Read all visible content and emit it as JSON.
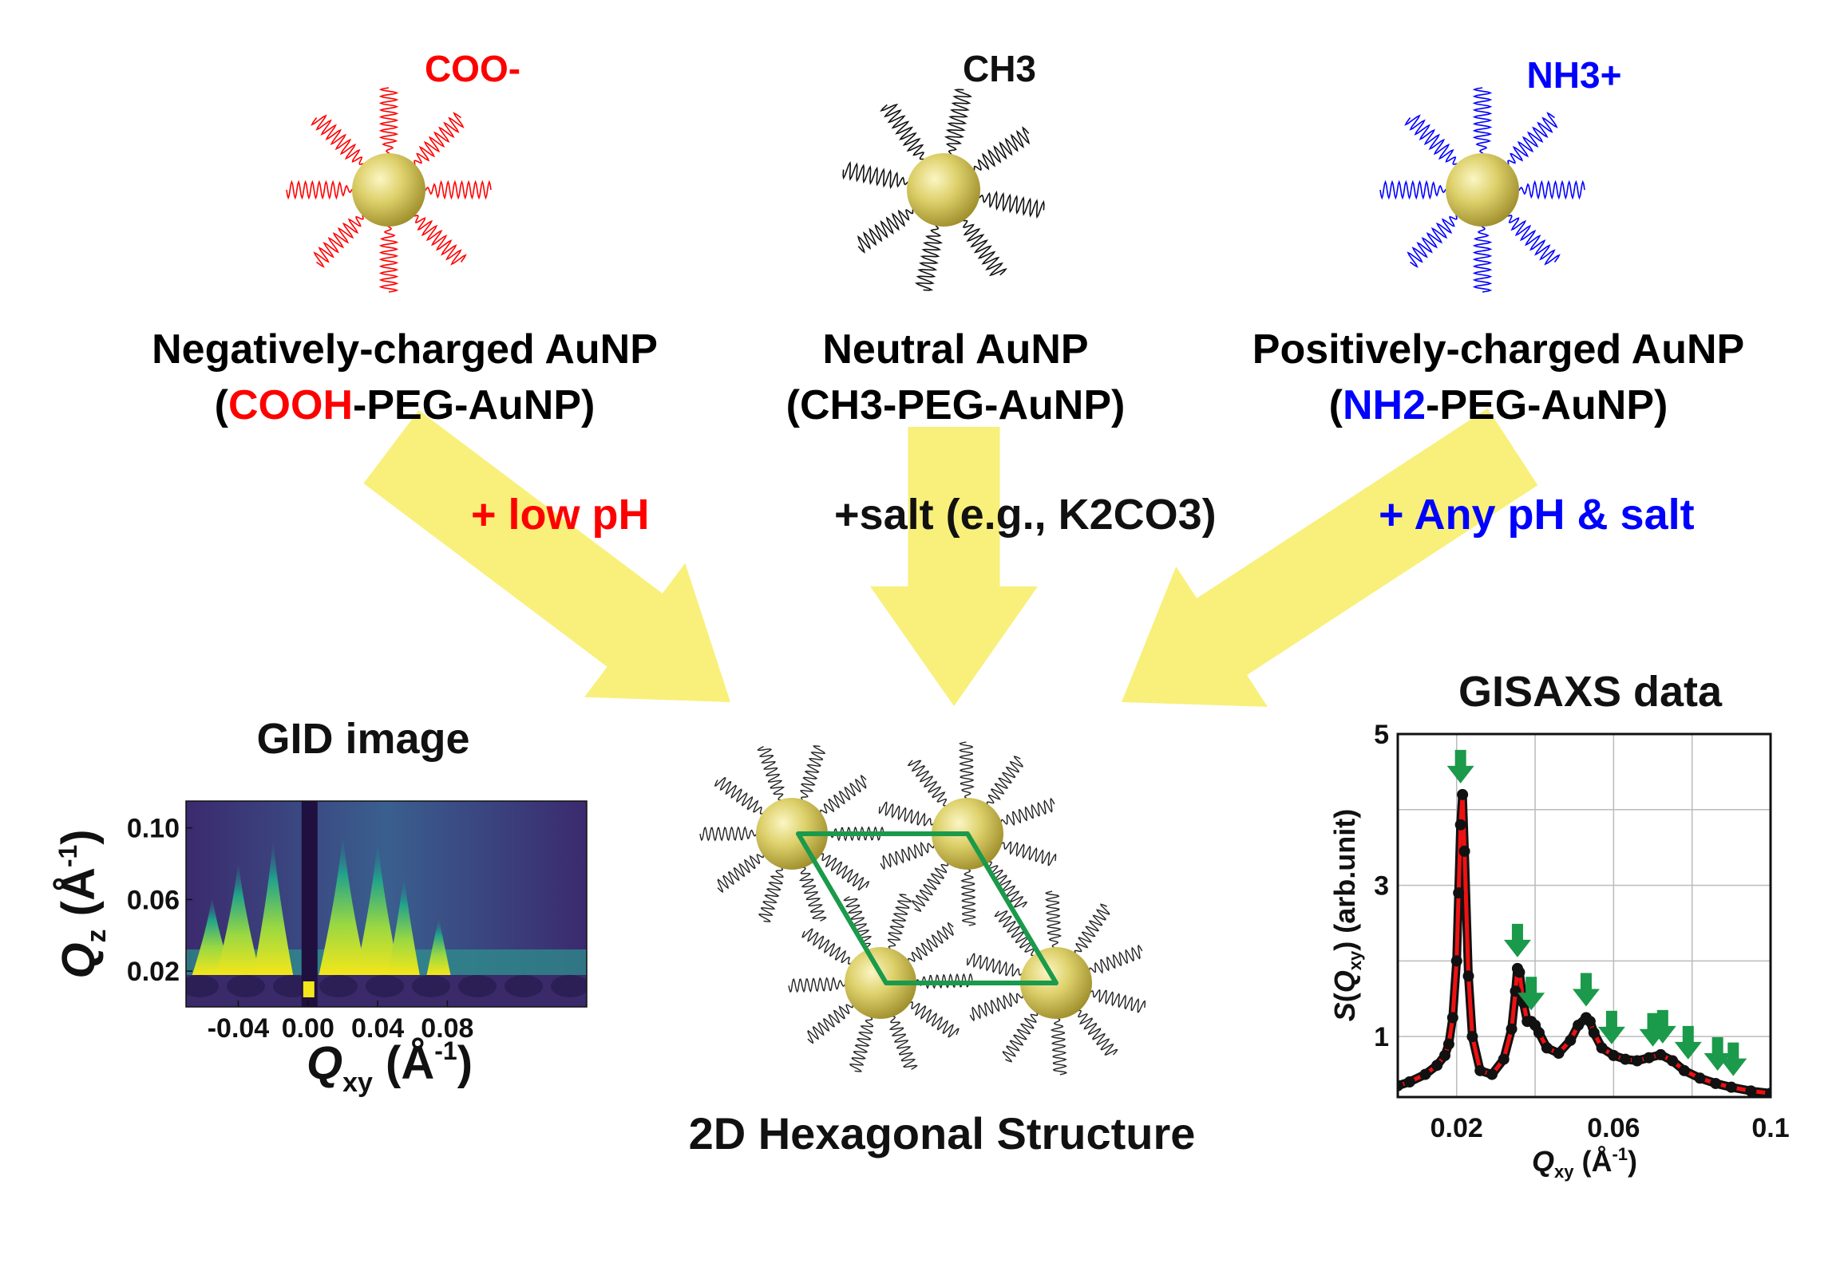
{
  "particles": {
    "negative": {
      "end_group": "COO-",
      "title": "Negatively-charged AuNP",
      "subtitle_open": "(",
      "subtitle_highlight": "COOH",
      "subtitle_rest": "-PEG-AuNP)",
      "color": "#ff0000"
    },
    "neutral": {
      "end_group": "CH3",
      "title": "Neutral AuNP",
      "subtitle": "(CH3-PEG-AuNP)",
      "color": "#111111"
    },
    "positive": {
      "end_group": "NH3+",
      "title": "Positively-charged AuNP",
      "subtitle_open": "(",
      "subtitle_highlight": "NH2",
      "subtitle_rest": "-PEG-AuNP)",
      "color": "#0000ff"
    }
  },
  "conditions": {
    "negative": "+ low pH",
    "neutral": "+salt (e.g., K2CO3)",
    "positive": "+ Any pH & salt"
  },
  "colors": {
    "arrow": "#f8f07a",
    "gold_particle": "#d9cc66",
    "lattice": "#1a9a4a",
    "fit_line": "#ee1111",
    "peak_marker": "#1a9a4a"
  },
  "structure": {
    "label": "2D Hexagonal Structure"
  },
  "gid": {
    "title": "GID image",
    "y_axis": {
      "symbol": "Q",
      "sub": "z",
      "unit_open": " (Å",
      "unit_sup": "-1",
      "unit_close": ")"
    },
    "x_axis": {
      "symbol": "Q",
      "sub": "xy",
      "unit_open": " (Å",
      "unit_sup": "-1",
      "unit_close": ")"
    },
    "y_ticks": [
      "0.10",
      "0.06",
      "0.02"
    ],
    "x_ticks": [
      "-0.04",
      "0.00",
      "0.04",
      "0.08"
    ],
    "colormap": "viridis"
  },
  "chart_data": {
    "type": "line",
    "title": "GISAXS data",
    "xlabel": "Qxy (Å-1)",
    "ylabel": "S(Qxy) (arb.unit)",
    "xlim": [
      0.005,
      0.1
    ],
    "ylim": [
      0.2,
      5
    ],
    "x_ticks": [
      "0.02",
      "0.06",
      "0.1"
    ],
    "y_ticks": [
      "1",
      "3",
      "5"
    ],
    "grid": true,
    "series": [
      {
        "style": "markers",
        "color": "#111111",
        "x": [
          0.005,
          0.008,
          0.012,
          0.015,
          0.017,
          0.018,
          0.019,
          0.02,
          0.0205,
          0.021,
          0.0215,
          0.022,
          0.023,
          0.024,
          0.026,
          0.029,
          0.032,
          0.034,
          0.035,
          0.0355,
          0.036,
          0.037,
          0.038,
          0.039,
          0.04,
          0.041,
          0.043,
          0.046,
          0.049,
          0.051,
          0.053,
          0.054,
          0.055,
          0.057,
          0.06,
          0.063,
          0.066,
          0.069,
          0.072,
          0.075,
          0.078,
          0.082,
          0.086,
          0.09,
          0.095,
          0.1
        ],
        "y": [
          0.35,
          0.4,
          0.5,
          0.62,
          0.75,
          0.9,
          1.25,
          2.0,
          2.9,
          3.8,
          4.2,
          3.45,
          1.8,
          1.0,
          0.55,
          0.5,
          0.7,
          1.1,
          1.6,
          1.9,
          1.85,
          1.45,
          1.2,
          1.2,
          1.15,
          1.05,
          0.85,
          0.78,
          0.95,
          1.15,
          1.25,
          1.2,
          1.05,
          0.85,
          0.75,
          0.7,
          0.68,
          0.72,
          0.76,
          0.68,
          0.55,
          0.45,
          0.38,
          0.33,
          0.28,
          0.25
        ]
      },
      {
        "style": "line",
        "color": "#ee1111",
        "x": [
          0.005,
          0.008,
          0.012,
          0.015,
          0.017,
          0.018,
          0.019,
          0.02,
          0.0205,
          0.021,
          0.0215,
          0.022,
          0.023,
          0.024,
          0.026,
          0.029,
          0.032,
          0.034,
          0.035,
          0.0355,
          0.036,
          0.037,
          0.038,
          0.039,
          0.04,
          0.041,
          0.043,
          0.046,
          0.049,
          0.051,
          0.053,
          0.054,
          0.055,
          0.057,
          0.06,
          0.063,
          0.066,
          0.069,
          0.072,
          0.075,
          0.078,
          0.082,
          0.086,
          0.09,
          0.095,
          0.1
        ],
        "y": [
          0.35,
          0.4,
          0.5,
          0.62,
          0.75,
          0.9,
          1.25,
          2.0,
          2.9,
          3.8,
          4.2,
          3.45,
          1.8,
          1.0,
          0.55,
          0.5,
          0.7,
          1.1,
          1.6,
          1.9,
          1.85,
          1.45,
          1.2,
          1.2,
          1.15,
          1.05,
          0.85,
          0.78,
          0.95,
          1.15,
          1.25,
          1.2,
          1.05,
          0.85,
          0.75,
          0.7,
          0.68,
          0.72,
          0.76,
          0.68,
          0.55,
          0.45,
          0.38,
          0.33,
          0.28,
          0.25
        ]
      }
    ],
    "peak_markers": [
      {
        "x": 0.021,
        "y": 4.2
      },
      {
        "x": 0.0355,
        "y": 1.9
      },
      {
        "x": 0.039,
        "y": 1.2
      },
      {
        "x": 0.053,
        "y": 1.25
      },
      {
        "x": 0.0595,
        "y": 0.75
      },
      {
        "x": 0.07,
        "y": 0.72
      },
      {
        "x": 0.0725,
        "y": 0.76
      },
      {
        "x": 0.079,
        "y": 0.55
      },
      {
        "x": 0.0865,
        "y": 0.4
      },
      {
        "x": 0.0905,
        "y": 0.33
      }
    ]
  }
}
